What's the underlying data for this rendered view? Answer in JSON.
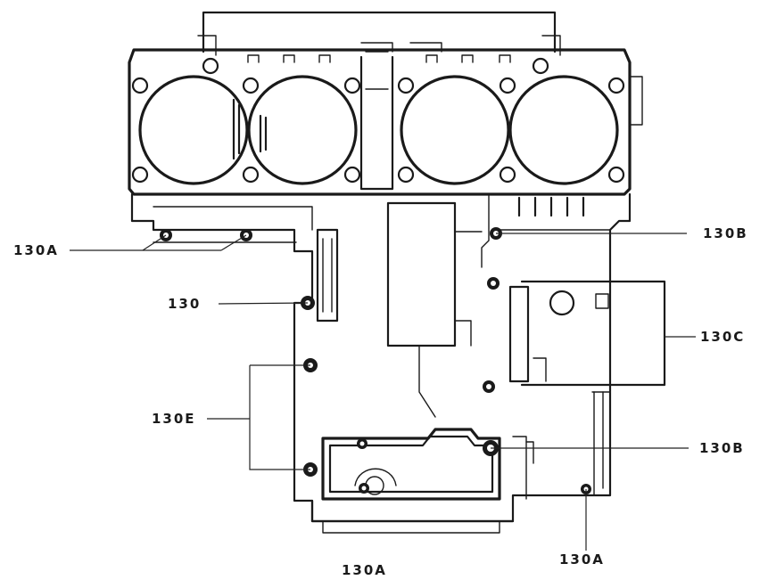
{
  "labels": {
    "l_130a_left": "130A",
    "l_130": "130",
    "l_130e": "130E",
    "l_130b_top": "130B",
    "l_130c": "130C",
    "l_130b_bottom": "130B",
    "l_130a_bottom_center": "130A",
    "l_130a_bottom_right": "130A"
  },
  "colors": {
    "ink": "#1a1a1a",
    "paper": "#ffffff"
  }
}
